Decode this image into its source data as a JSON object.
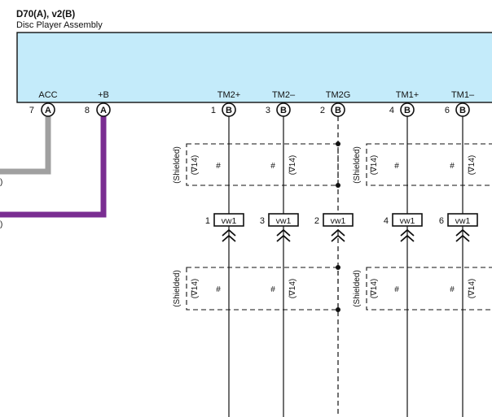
{
  "header": {
    "code": "D70(A), v2(B)",
    "name": "Disc Player Assembly"
  },
  "pins": [
    {
      "label": "ACC",
      "num": "7",
      "conn": "A"
    },
    {
      "label": "+B",
      "num": "8",
      "conn": "A"
    },
    {
      "label": "TM2+",
      "num": "1",
      "conn": "B"
    },
    {
      "label": "TM2–",
      "num": "3",
      "conn": "B"
    },
    {
      "label": "TM2G",
      "num": "2",
      "conn": "B"
    },
    {
      "label": "TM1+",
      "num": "4",
      "conn": "B"
    },
    {
      "label": "TM1–",
      "num": "6",
      "conn": "B"
    }
  ],
  "connectors": [
    {
      "num": "1",
      "name": "vw1"
    },
    {
      "num": "3",
      "name": "vw1"
    },
    {
      "num": "2",
      "name": "vw1"
    },
    {
      "num": "4",
      "name": "vw1"
    },
    {
      "num": "6",
      "name": "vw1"
    }
  ],
  "shield": {
    "label": "(Shielded)",
    "note": "(∇14)",
    "hash": "#"
  },
  "left_stubs": [
    ")",
    ")"
  ],
  "colors": {
    "component_fill": "#c4ebfa",
    "wire_acc": "#a0a0a0",
    "wire_b": "#7a2d92",
    "line": "#111111"
  }
}
